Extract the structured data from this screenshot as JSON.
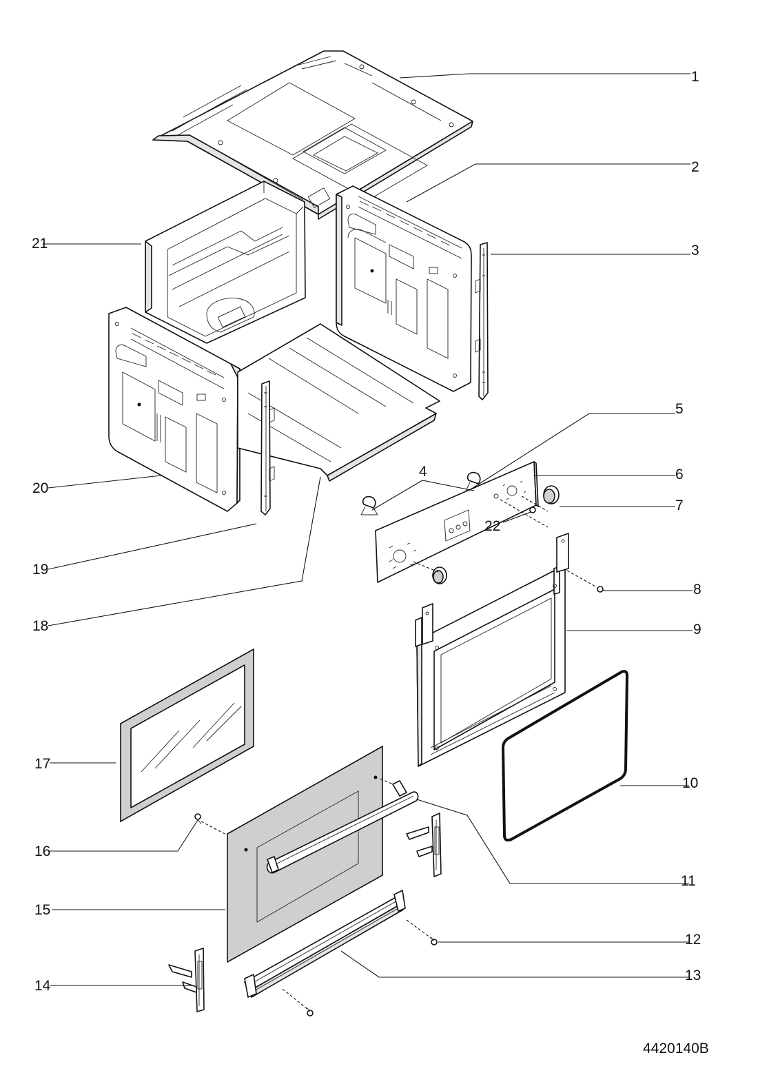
{
  "diagram": {
    "drawing_code": "4420140B",
    "parts": [
      {
        "id": "part-1",
        "label": "1"
      },
      {
        "id": "part-2",
        "label": "2"
      },
      {
        "id": "part-3",
        "label": "3"
      },
      {
        "id": "part-4",
        "label": "4"
      },
      {
        "id": "part-5",
        "label": "5"
      },
      {
        "id": "part-6",
        "label": "6"
      },
      {
        "id": "part-7",
        "label": "7"
      },
      {
        "id": "part-8",
        "label": "8"
      },
      {
        "id": "part-9",
        "label": "9"
      },
      {
        "id": "part-10",
        "label": "10"
      },
      {
        "id": "part-11",
        "label": "11"
      },
      {
        "id": "part-12",
        "label": "12"
      },
      {
        "id": "part-13",
        "label": "13"
      },
      {
        "id": "part-14",
        "label": "14"
      },
      {
        "id": "part-15",
        "label": "15"
      },
      {
        "id": "part-16",
        "label": "16"
      },
      {
        "id": "part-17",
        "label": "17"
      },
      {
        "id": "part-18",
        "label": "18"
      },
      {
        "id": "part-19",
        "label": "19"
      },
      {
        "id": "part-20",
        "label": "20"
      },
      {
        "id": "part-21",
        "label": "21"
      },
      {
        "id": "part-22",
        "label": "22"
      }
    ]
  }
}
